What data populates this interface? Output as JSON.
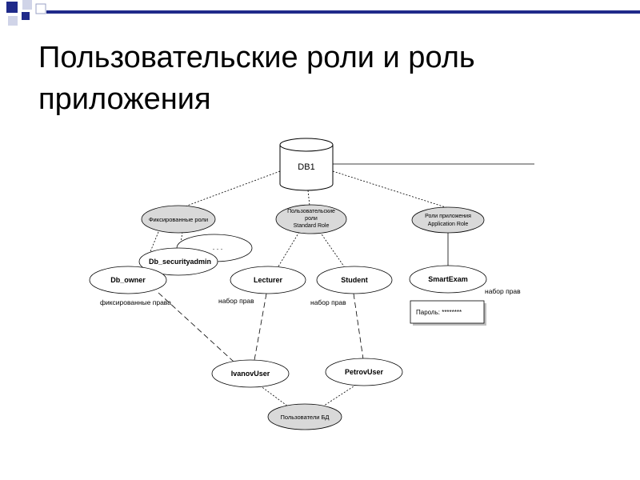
{
  "slide": {
    "title": "Пользовательские роли и роль приложения",
    "title_lines": [
      "Пользовательские роли и роль",
      "приложения"
    ]
  },
  "colors": {
    "accent_square": "#1f2a8a",
    "top_bar": "#1f2a8a",
    "gray_node": "#d9d9d9",
    "white_node": "#ffffff",
    "line": "#000000"
  },
  "diagram": {
    "database": {
      "label": "DB1"
    },
    "nodes": {
      "fixed_roles": {
        "label": "Фиксированные роли"
      },
      "user_roles": {
        "label_lines": [
          "Пользовательские",
          "роли",
          "Standard Role"
        ]
      },
      "app_roles": {
        "label_lines": [
          "Роли приложения",
          "Application Role"
        ]
      },
      "dots_role": {
        "label": ". . ."
      },
      "db_securityadmin": {
        "label": "Db_securityadmin"
      },
      "db_owner": {
        "label": "Db_owner"
      },
      "lecturer": {
        "label": "Lecturer"
      },
      "student": {
        "label": "Student"
      },
      "smartexam": {
        "label": "SmartExam"
      },
      "ivanov_user": {
        "label": "IvanovUser"
      },
      "petrov_user": {
        "label": "PetrovUser"
      },
      "db_users": {
        "label": "Пользователи БД"
      }
    },
    "annotations": {
      "fixed_rights": "фиксированные права",
      "set_rights_lecturer": "набор прав",
      "set_rights_student": "набор прав",
      "set_rights_app": "набор прав"
    },
    "password_box": {
      "text": "Пароль: ********"
    }
  }
}
